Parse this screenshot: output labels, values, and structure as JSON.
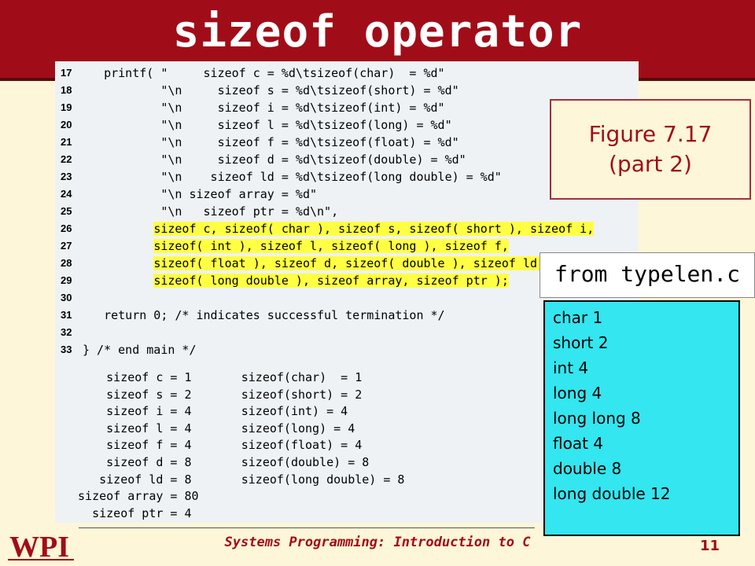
{
  "slide": {
    "title": "sizeof operator",
    "footer": "Systems Programming:  Introduction to C",
    "page_number": "11",
    "logo_text": "WPI"
  },
  "code": {
    "lines": [
      {
        "num": "17",
        "text": "   printf( \"     sizeof c = %d\\tsizeof(char)  = %d\""
      },
      {
        "num": "18",
        "text": "           \"\\n     sizeof s = %d\\tsizeof(short) = %d\""
      },
      {
        "num": "19",
        "text": "           \"\\n     sizeof i = %d\\tsizeof(int) = %d\""
      },
      {
        "num": "20",
        "text": "           \"\\n     sizeof l = %d\\tsizeof(long) = %d\""
      },
      {
        "num": "21",
        "text": "           \"\\n     sizeof f = %d\\tsizeof(float) = %d\""
      },
      {
        "num": "22",
        "text": "           \"\\n     sizeof d = %d\\tsizeof(double) = %d\""
      },
      {
        "num": "23",
        "text": "           \"\\n    sizeof ld = %d\\tsizeof(long double) = %d\""
      },
      {
        "num": "24",
        "text": "           \"\\n sizeof array = %d\""
      },
      {
        "num": "25",
        "text": "           \"\\n   sizeof ptr = %d\\n\","
      },
      {
        "num": "26",
        "text": "          sizeof c, sizeof( char ), sizeof s, sizeof( short ), sizeof i,"
      },
      {
        "num": "27",
        "text": "          sizeof( int ), sizeof l, sizeof( long ), sizeof f,"
      },
      {
        "num": "28",
        "text": "          sizeof( float ), sizeof d, sizeof( double ), sizeof ld,"
      },
      {
        "num": "29",
        "text": "          sizeof( long double ), sizeof array, sizeof ptr );"
      },
      {
        "num": "30",
        "text": ""
      },
      {
        "num": "31",
        "text": "   return 0; /* indicates successful termination */"
      },
      {
        "num": "32",
        "text": ""
      },
      {
        "num": "33",
        "text": "} /* end main */"
      }
    ]
  },
  "output": {
    "lines": [
      "     sizeof c = 1       sizeof(char)  = 1",
      "     sizeof s = 2       sizeof(short) = 2",
      "     sizeof i = 4       sizeof(int) = 4",
      "     sizeof l = 4       sizeof(long) = 4",
      "     sizeof f = 4       sizeof(float) = 4",
      "     sizeof d = 8       sizeof(double) = 8",
      "    sizeof ld = 8       sizeof(long double) = 8",
      " sizeof array = 80",
      "   sizeof ptr = 4"
    ]
  },
  "figure_caption": {
    "line1": "Figure  7.17",
    "line2": "(part 2)"
  },
  "source_label": "from typelen.c",
  "type_sizes": [
    "char 1",
    "short 2",
    "int 4",
    "long 4",
    "long long 8",
    "float 4",
    "double 8",
    "long double 12"
  ],
  "colors": {
    "title_bar": "#a00d18",
    "highlight": "#ffff44",
    "types_box": "#33e6f0",
    "background": "#fdf6d8"
  }
}
